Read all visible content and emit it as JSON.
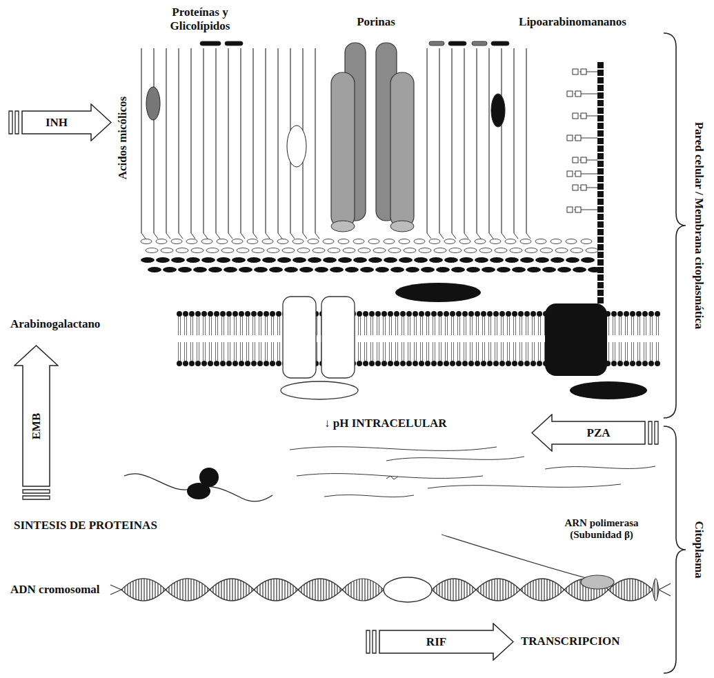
{
  "diagram": {
    "nodes": [
      {
        "text": [
          "INH"
        ]
      },
      {
        "text": [
          "EMB"
        ]
      },
      {
        "text": [
          "PZA"
        ]
      },
      {
        "text": [
          "RIF"
        ]
      }
    ],
    "labels": [
      "Proteínas y Glicolípidos",
      "Porinas",
      "Lipoarabinomananos",
      "Acidos micólicos",
      "Pared celular / Membrana citoplasmática",
      "Arabinogalactano",
      "↓ pH INTRACELULAR",
      "SINTESIS DE PROTEINAS",
      "ARN polimerasa (Subunidad β)",
      "ADN cromosomal",
      "TRANSCRIPCION",
      "Citoplasma"
    ]
  }
}
